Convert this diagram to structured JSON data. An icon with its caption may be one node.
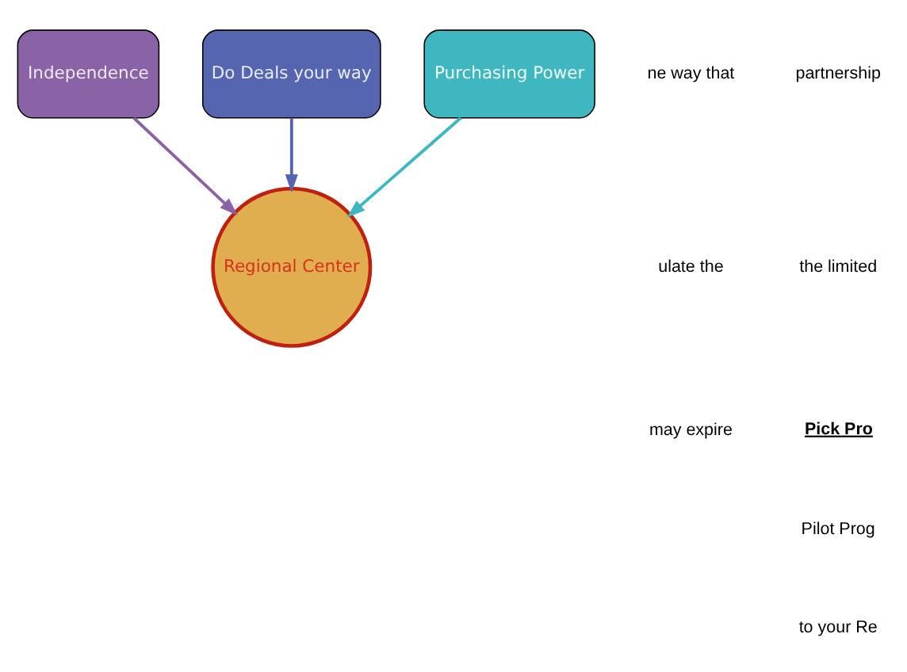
{
  "diagram": {
    "nodes": [
      {
        "text": [
          "Independence"
        ]
      },
      {
        "text": [
          "Do Deals your way"
        ]
      },
      {
        "text": [
          "Purchasing Power"
        ]
      },
      {
        "text": [
          "Regional Center"
        ]
      }
    ],
    "edges": [
      {
        "from": 0,
        "to": 3,
        "arrow": "to",
        "color": "#8a62a6"
      },
      {
        "from": 1,
        "to": 3,
        "arrow": "to",
        "color": "#5565b0"
      },
      {
        "from": 2,
        "to": 3,
        "arrow": "to",
        "color": "#3fb7c0"
      }
    ],
    "labels": [
      "ne way that",
      "ulate the",
      "partnership",
      "the limited",
      "may expire",
      "Pick Pro",
      "Pilot Prog",
      "to your Re"
    ]
  }
}
